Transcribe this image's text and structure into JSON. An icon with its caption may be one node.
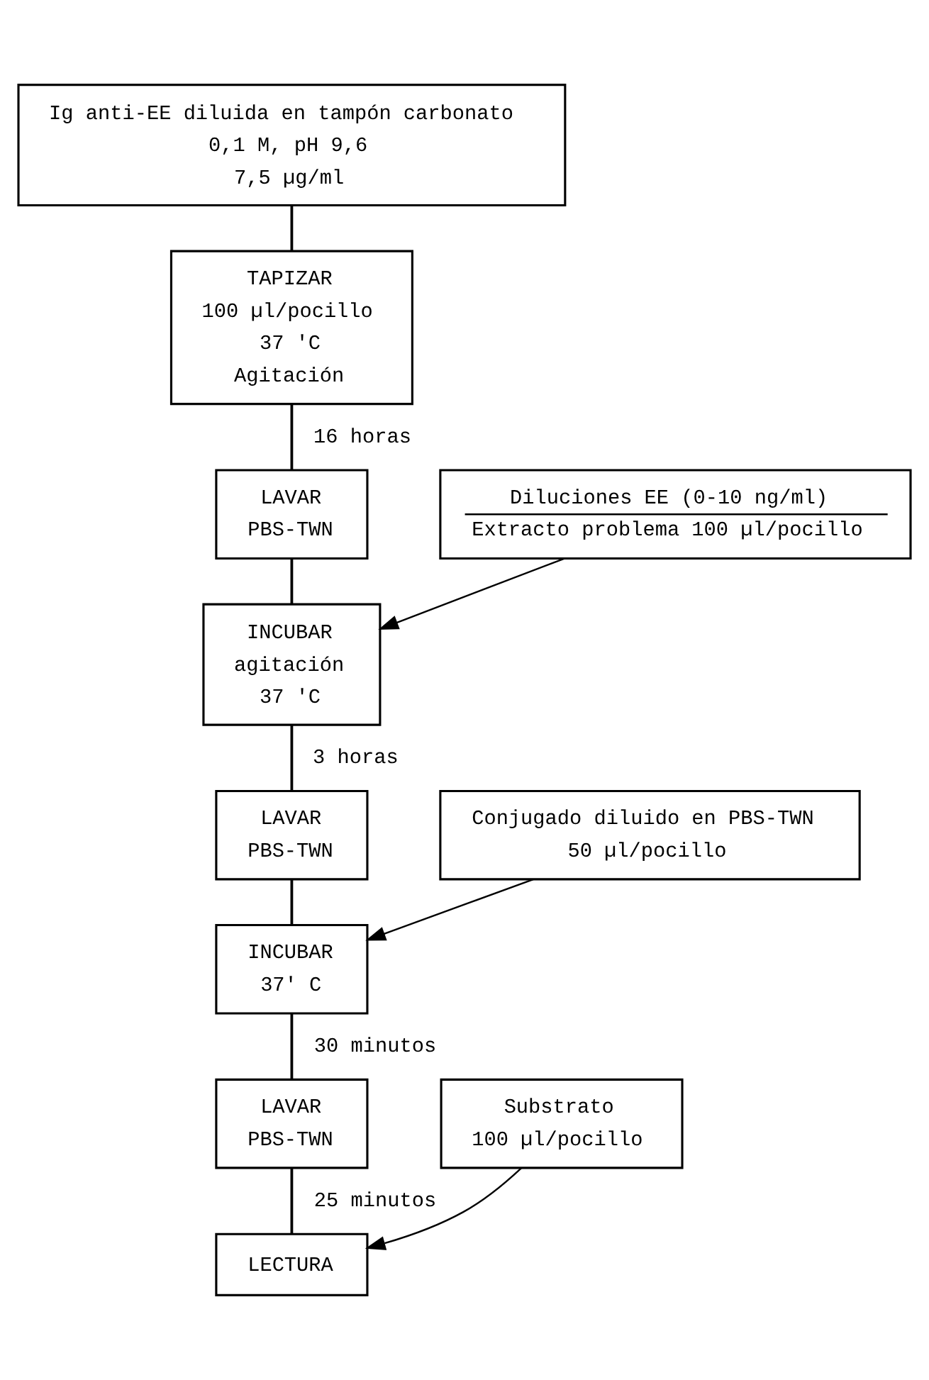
{
  "diagram": {
    "nodes": [
      {
        "text": [
          "Ig anti-EE diluida en tampón carbonato",
          "0,1 M, pH 9,6",
          "7,5 µg/ml"
        ]
      },
      {
        "text": [
          "TAPIZAR",
          "100 µl/pocillo",
          "37 'C",
          "Agitación"
        ]
      },
      {
        "text": [
          "LAVAR",
          "PBS-TWN"
        ]
      },
      {
        "text": [
          "Diluciones EE (0-10 ng/ml)",
          "Extracto problema 100 µl/pocillo"
        ]
      },
      {
        "text": [
          "INCUBAR",
          "agitación",
          "37 'C"
        ]
      },
      {
        "text": [
          "LAVAR",
          "PBS-TWN"
        ]
      },
      {
        "text": [
          "Conjugado diluido en PBS-TWN",
          "50 µl/pocillo"
        ]
      },
      {
        "text": [
          "INCUBAR",
          "37' C"
        ]
      },
      {
        "text": [
          "LAVAR",
          "PBS-TWN"
        ]
      },
      {
        "text": [
          "Substrato",
          "100 µl/pocillo"
        ]
      },
      {
        "text": [
          "LECTURA"
        ]
      }
    ],
    "edges": [
      {
        "from": 0,
        "to": 1,
        "arrow": "none"
      },
      {
        "from": 1,
        "to": 2,
        "arrow": "none",
        "label": "16 horas"
      },
      {
        "from": 2,
        "to": 4,
        "arrow": "none"
      },
      {
        "from": 3,
        "to": 4,
        "arrow": "to"
      },
      {
        "from": 4,
        "to": 5,
        "arrow": "none",
        "label": "3 horas"
      },
      {
        "from": 5,
        "to": 7,
        "arrow": "none"
      },
      {
        "from": 6,
        "to": 7,
        "arrow": "to"
      },
      {
        "from": 7,
        "to": 8,
        "arrow": "none",
        "label": "30 minutos"
      },
      {
        "from": 8,
        "to": 10,
        "arrow": "none",
        "label": "25 minutos"
      },
      {
        "from": 9,
        "to": 10,
        "arrow": "to"
      }
    ]
  }
}
